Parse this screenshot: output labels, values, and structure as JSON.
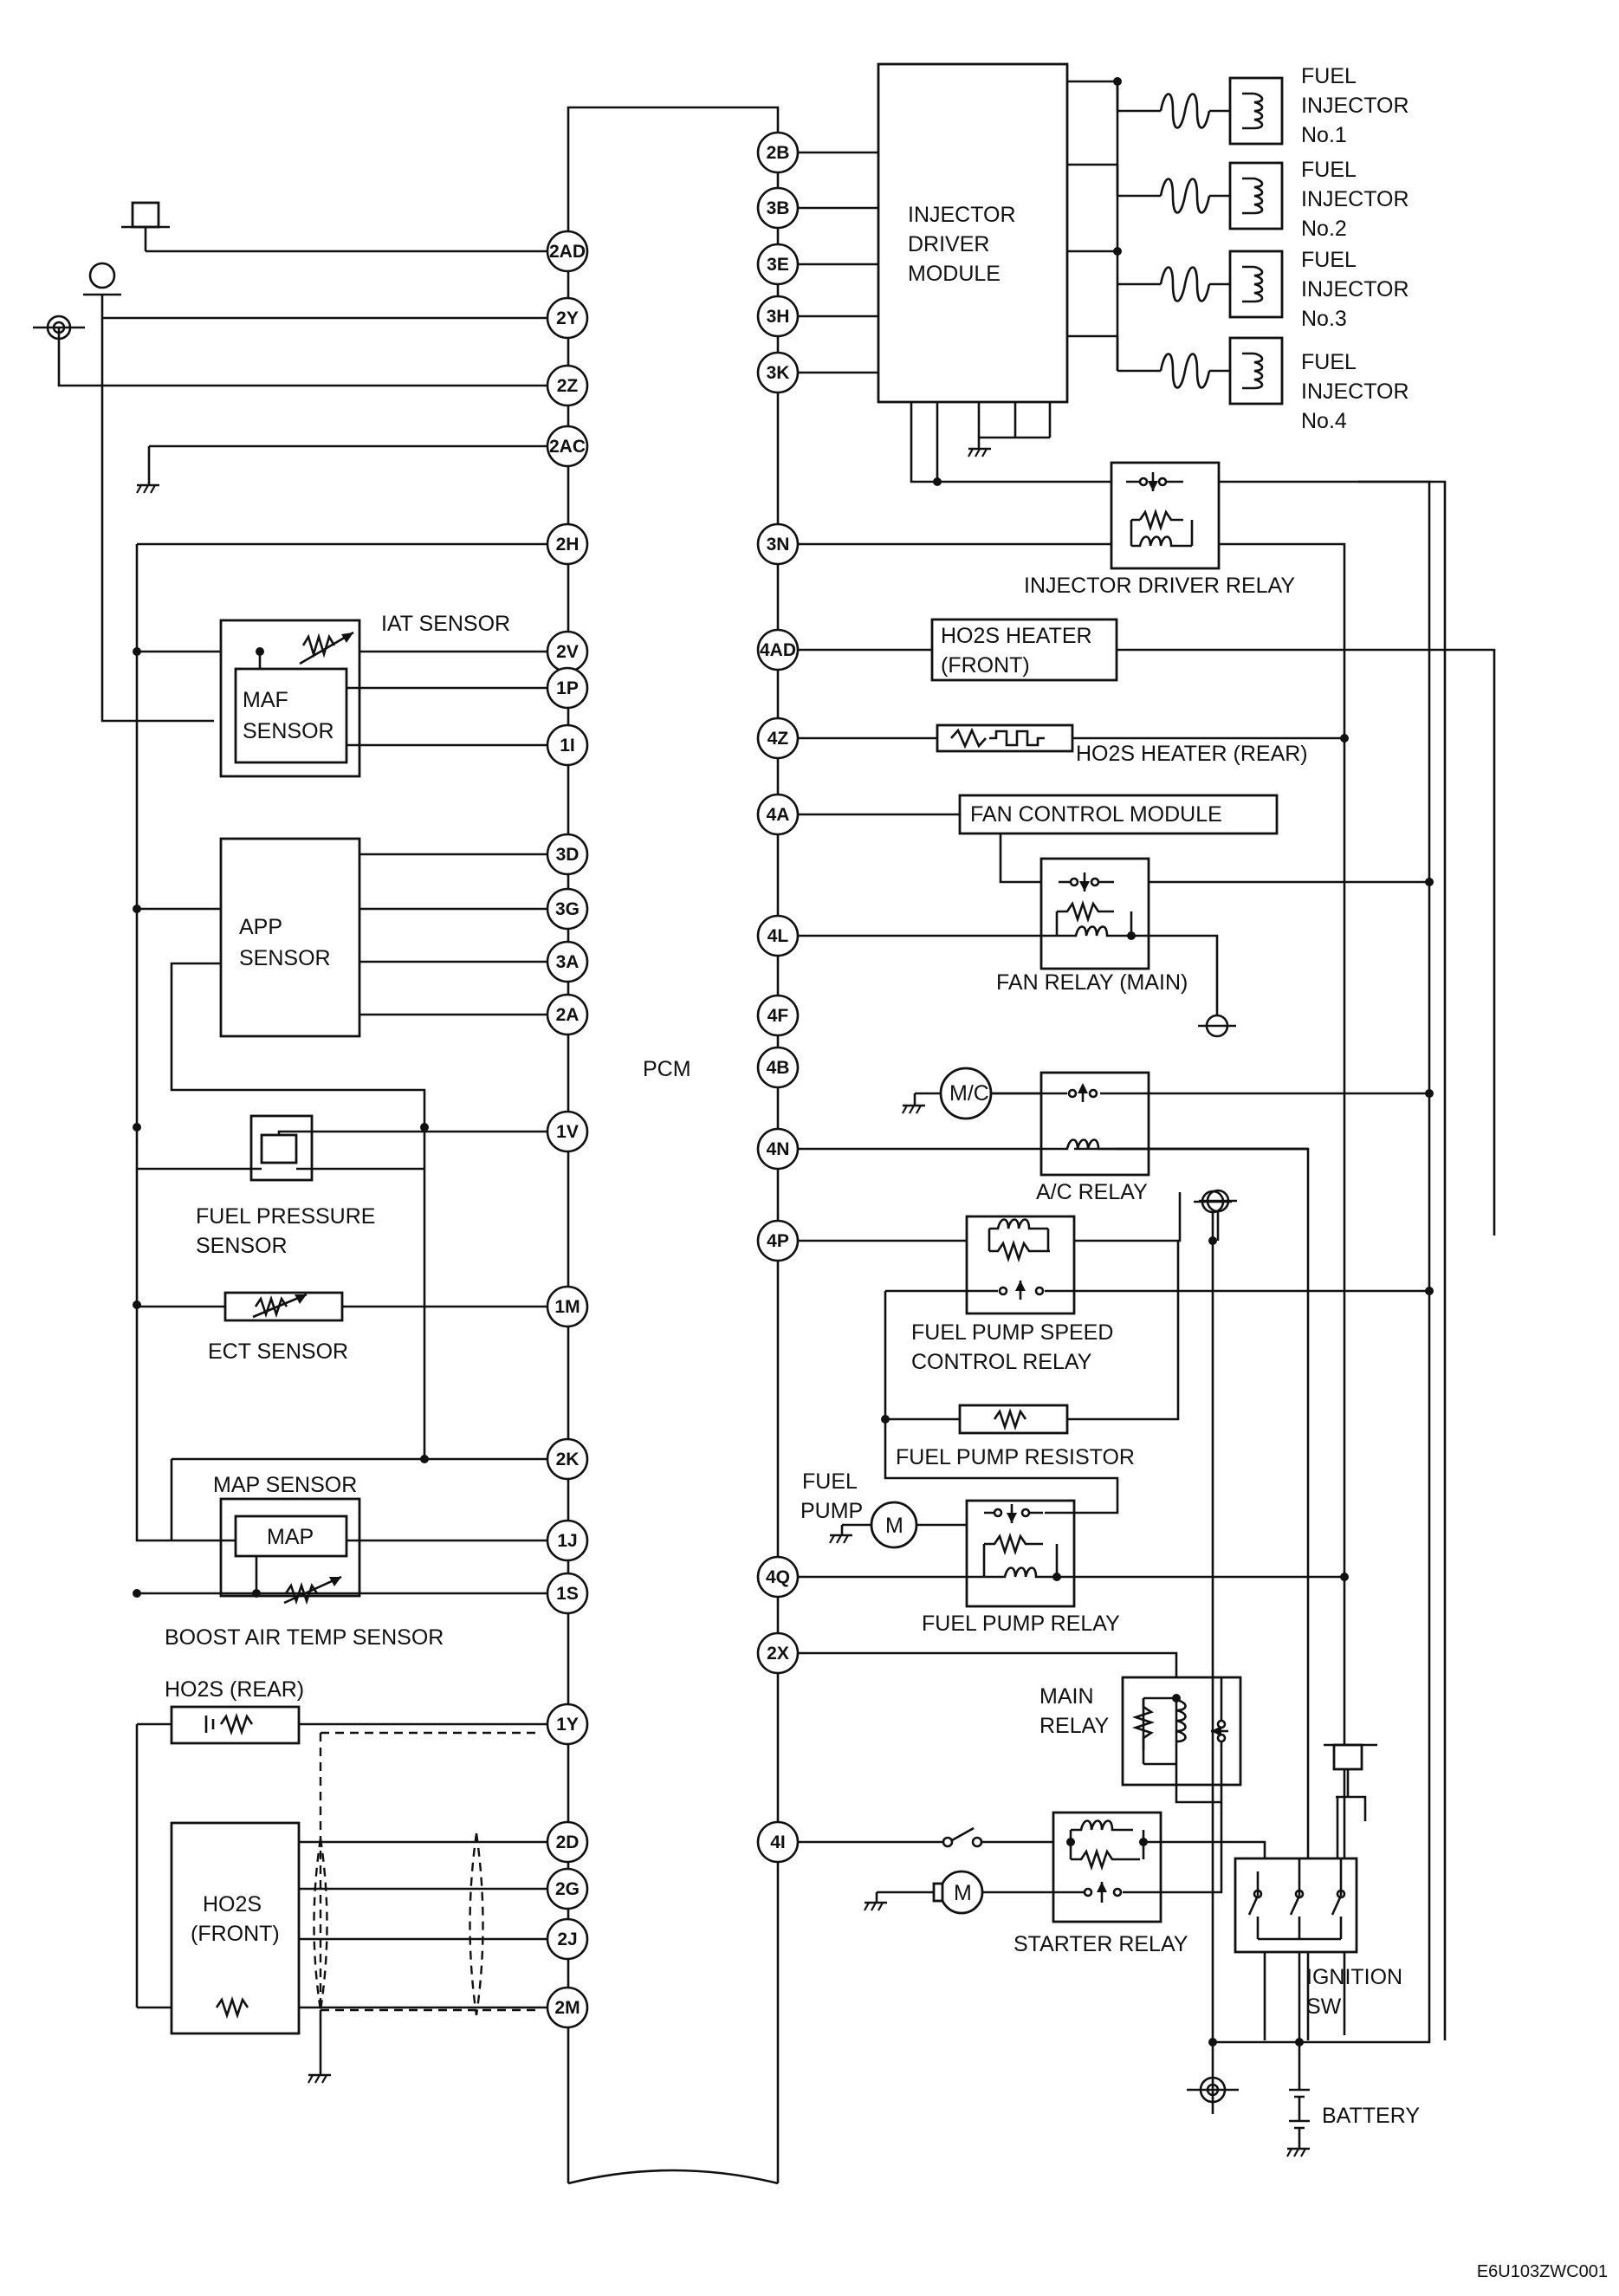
{
  "pcm": {
    "label": "PCM"
  },
  "left_pins": [
    "2AD",
    "2Y",
    "2Z",
    "2AC",
    "2H",
    "2V",
    "1P",
    "1I",
    "3D",
    "3G",
    "3A",
    "2A",
    "1V",
    "1M",
    "2K",
    "1J",
    "1S",
    "1Y",
    "2D",
    "2G",
    "2J",
    "2M"
  ],
  "right_pins": [
    "2B",
    "3B",
    "3E",
    "3H",
    "3K",
    "3N",
    "4AD",
    "4Z",
    "4A",
    "4L",
    "4F",
    "4B",
    "4N",
    "4P",
    "4Q",
    "2X",
    "4I"
  ],
  "components": {
    "injector_driver_module": [
      "INJECTOR",
      "DRIVER",
      "MODULE"
    ],
    "fuel_injectors": [
      [
        "FUEL",
        "INJECTOR",
        "No.1"
      ],
      [
        "FUEL",
        "INJECTOR",
        "No.2"
      ],
      [
        "FUEL",
        "INJECTOR",
        "No.3"
      ],
      [
        "FUEL",
        "INJECTOR",
        "No.4"
      ]
    ],
    "injector_driver_relay": "INJECTOR DRIVER RELAY",
    "iat_sensor": "IAT SENSOR",
    "maf_sensor": [
      "MAF",
      "SENSOR"
    ],
    "ho2s_heater_front": [
      "HO2S HEATER",
      "(FRONT)"
    ],
    "ho2s_heater_rear": "HO2S HEATER (REAR)",
    "fan_control_module": "FAN CONTROL  MODULE",
    "fan_relay_main": "FAN RELAY (MAIN)",
    "app_sensor": [
      "APP",
      "SENSOR"
    ],
    "magnetic_clutch": "M/C",
    "ac_relay": "A/C RELAY",
    "fuel_pressure_sensor": [
      "FUEL PRESSURE",
      "SENSOR"
    ],
    "fuel_pump_speed_control_relay": [
      "FUEL PUMP SPEED",
      "CONTROL RELAY"
    ],
    "ect_sensor": "ECT  SENSOR",
    "fuel_pump_resistor": "FUEL PUMP RESISTOR",
    "map_sensor": "MAP SENSOR",
    "map": "MAP",
    "fuel_pump": [
      "FUEL",
      "PUMP"
    ],
    "motor_symbol": "M",
    "boost_air_temp_sensor": "BOOST AIR TEMP SENSOR",
    "fuel_pump_relay": "FUEL PUMP RELAY",
    "ho2s_rear": "HO2S (REAR)",
    "main_relay": [
      "MAIN",
      "RELAY"
    ],
    "ho2s_front": [
      "HO2S",
      "(FRONT)"
    ],
    "starter_relay": "STARTER RELAY",
    "ignition_sw": [
      "IGNITION",
      "SW"
    ],
    "battery": "BATTERY"
  },
  "figure_code": "E6U103ZWC001"
}
